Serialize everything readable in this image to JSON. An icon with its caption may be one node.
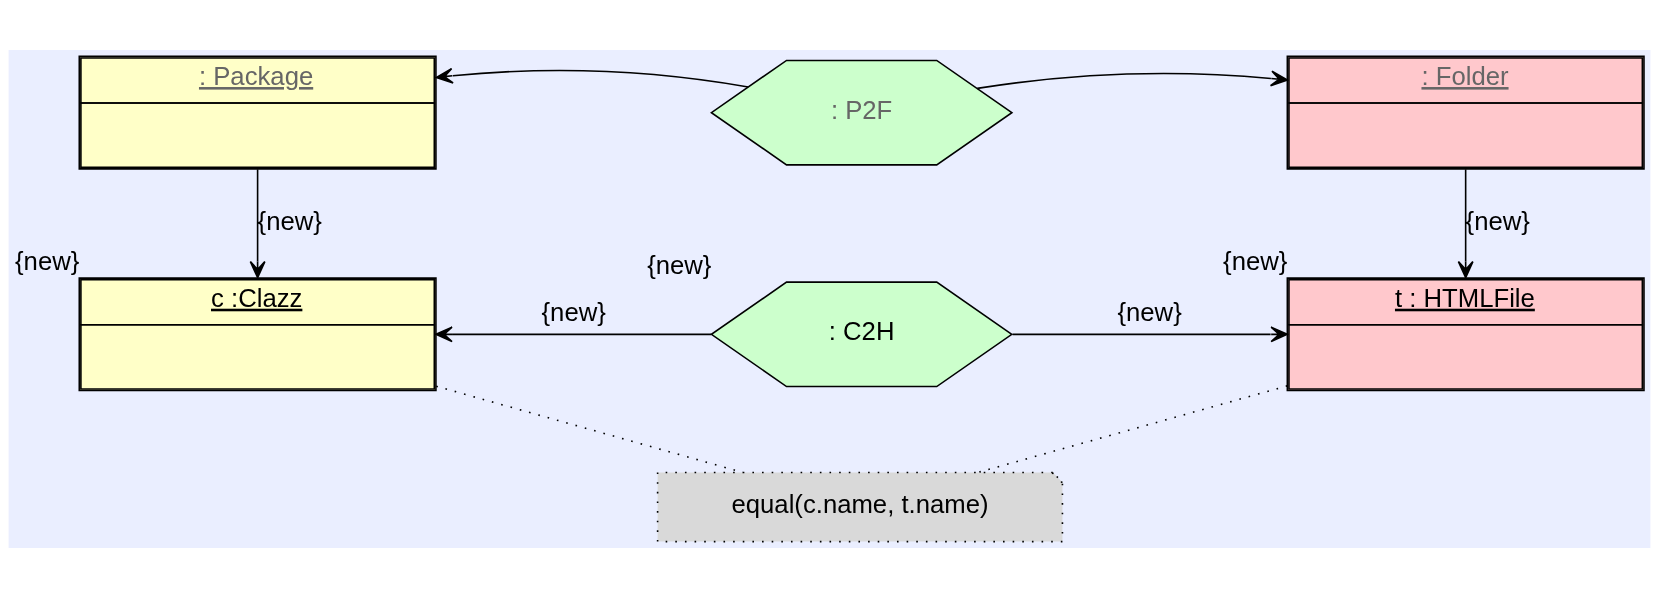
{
  "diagram": {
    "nodes": [
      {
        "text": [
          ": Package"
        ]
      },
      {
        "text": [
          ": P2F"
        ]
      },
      {
        "text": [
          ": Folder"
        ]
      },
      {
        "text": [
          "c :Clazz"
        ],
        "beside": [
          "{new}"
        ]
      },
      {
        "text": [
          ": C2H"
        ],
        "beside": [
          "{new}"
        ]
      },
      {
        "text": [
          "t : HTMLFile"
        ],
        "beside": [
          "{new}"
        ]
      },
      {
        "text": [
          "equal(c.name, t.name)"
        ]
      }
    ],
    "edges": [
      {
        "from": 1,
        "to": 0,
        "arrow": "to"
      },
      {
        "from": 1,
        "to": 2,
        "arrow": "to"
      },
      {
        "from": 0,
        "to": 3,
        "arrow": "to",
        "label": "{new}"
      },
      {
        "from": 2,
        "to": 5,
        "arrow": "to",
        "label": "{new}"
      },
      {
        "from": 4,
        "to": 3,
        "arrow": "to",
        "label": "{new}"
      },
      {
        "from": 4,
        "to": 5,
        "arrow": "to",
        "label": "{new}"
      },
      {
        "from": 6,
        "to": 3,
        "arrow": "none",
        "style": "dashed"
      },
      {
        "from": 6,
        "to": 5,
        "arrow": "none",
        "style": "dashed"
      }
    ]
  }
}
